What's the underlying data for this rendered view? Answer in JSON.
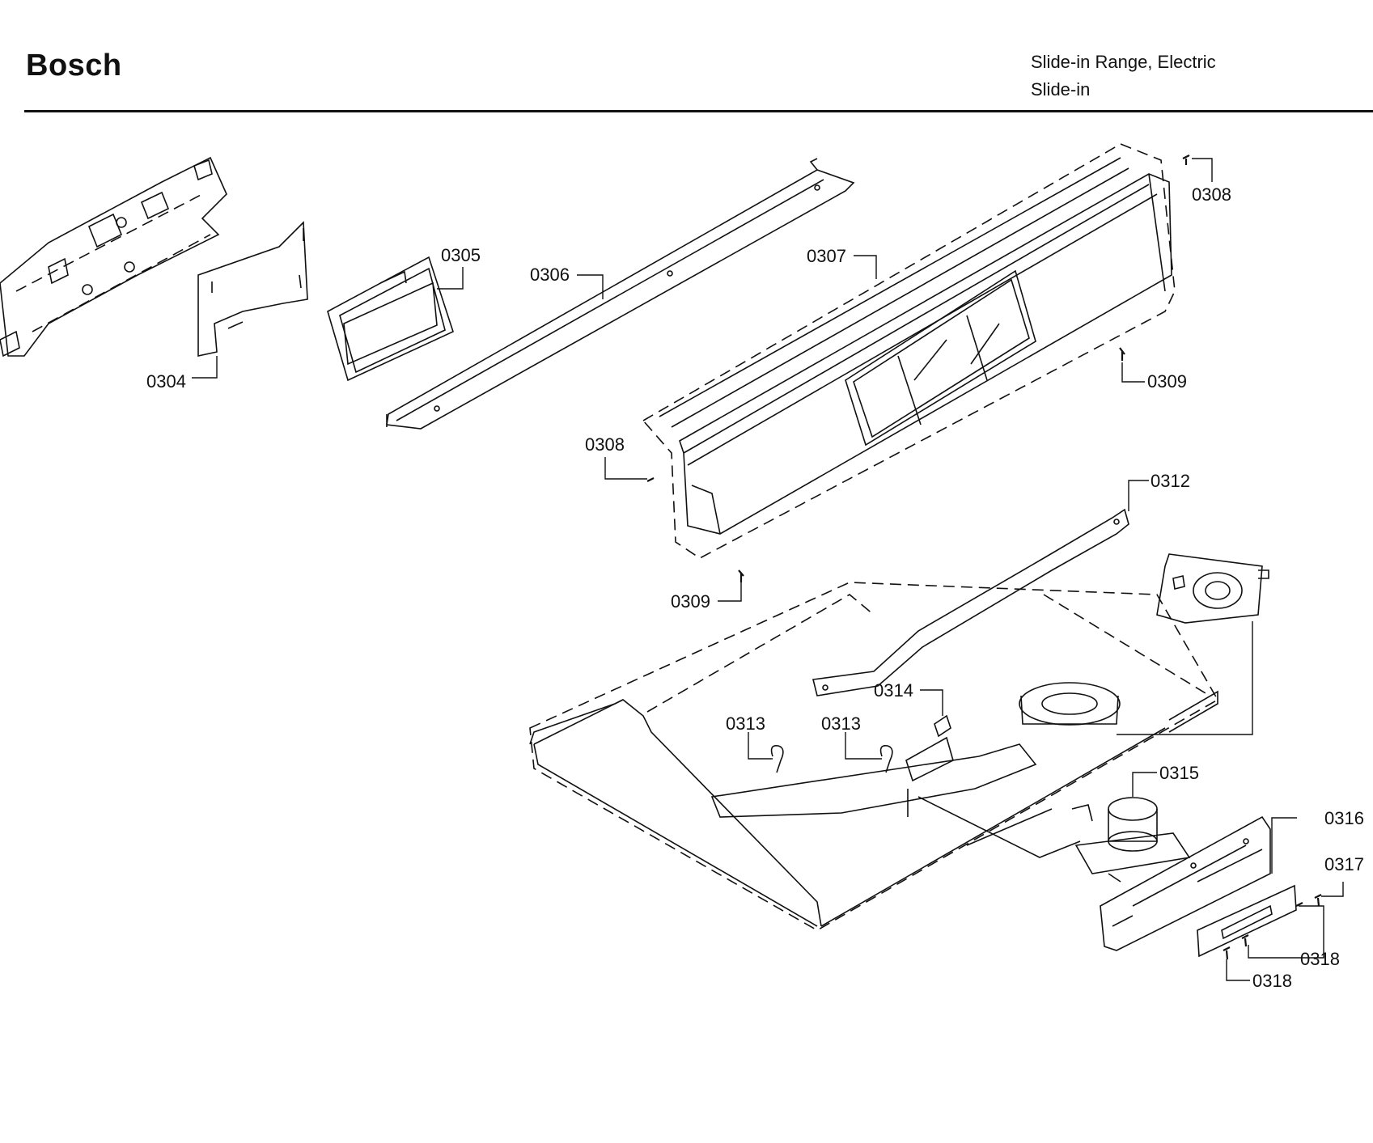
{
  "header": {
    "brand": "Bosch",
    "product_line_1": "Slide-in Range, Electric",
    "product_line_2": "Slide-in"
  },
  "callouts": [
    {
      "id": "0304",
      "label": "0304"
    },
    {
      "id": "0305",
      "label": "0305"
    },
    {
      "id": "0306",
      "label": "0306"
    },
    {
      "id": "0307",
      "label": "0307"
    },
    {
      "id": "0308-top",
      "label": "0308"
    },
    {
      "id": "0308-left",
      "label": "0308"
    },
    {
      "id": "0309-right",
      "label": "0309"
    },
    {
      "id": "0309-bottom",
      "label": "0309"
    },
    {
      "id": "0312",
      "label": "0312"
    },
    {
      "id": "0313-a",
      "label": "0313"
    },
    {
      "id": "0313-b",
      "label": "0313"
    },
    {
      "id": "0314",
      "label": "0314"
    },
    {
      "id": "0315",
      "label": "0315"
    },
    {
      "id": "0316",
      "label": "0316"
    },
    {
      "id": "0317",
      "label": "0317"
    },
    {
      "id": "0318-top",
      "label": "0318"
    },
    {
      "id": "0318-bottom",
      "label": "0318"
    }
  ]
}
